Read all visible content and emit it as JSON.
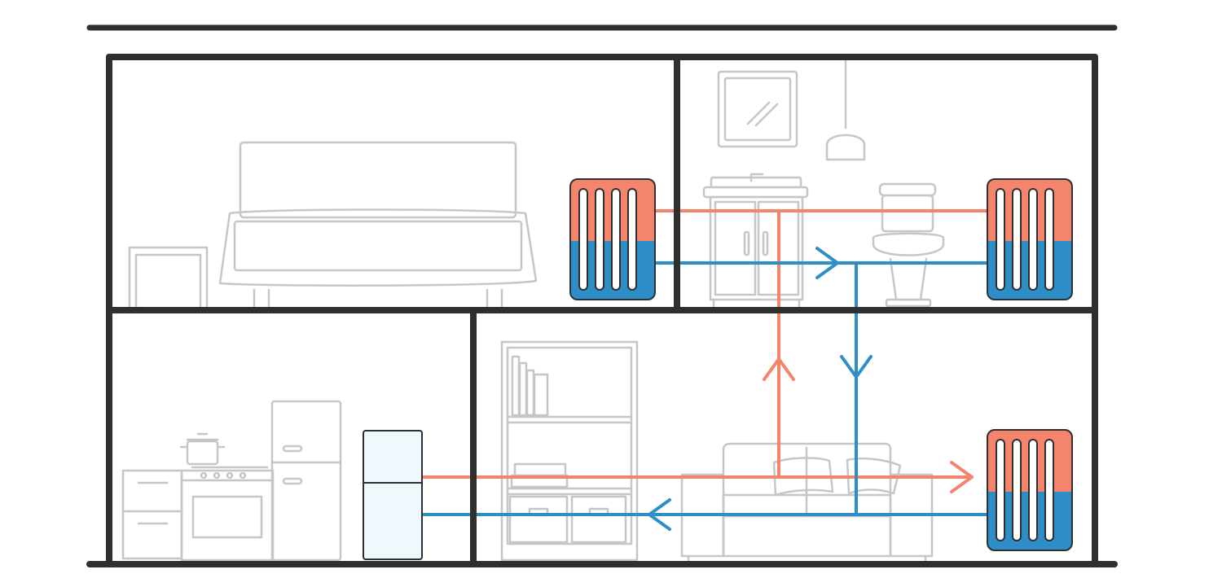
{
  "diagram": {
    "kind": "house cross-section with radiator heating circuit",
    "colors": {
      "walls": "#2f2f2f",
      "furniture": "#c6c6c6",
      "hot_pipe": "#f4846b",
      "cold_pipe": "#2e8fc8",
      "boiler_fill": "#eef8fd"
    },
    "rooms": [
      {
        "id": "bedroom",
        "floor": "upper",
        "contains": [
          "bed",
          "nightstand",
          "radiator"
        ]
      },
      {
        "id": "bathroom",
        "floor": "upper",
        "contains": [
          "mirror",
          "pendant-lamp",
          "vanity",
          "toilet",
          "radiator"
        ]
      },
      {
        "id": "kitchen",
        "floor": "lower",
        "contains": [
          "cabinets",
          "stove",
          "pot",
          "refrigerator",
          "boiler"
        ]
      },
      {
        "id": "living-room",
        "floor": "lower",
        "contains": [
          "bookshelf",
          "sofa",
          "radiator"
        ]
      }
    ],
    "circuits": [
      {
        "name": "hot-supply",
        "color": "#f4846b",
        "from": "boiler",
        "to": [
          "radiator-living",
          "radiator-bedroom",
          "radiator-bathroom"
        ]
      },
      {
        "name": "cold-return",
        "color": "#2e8fc8",
        "from": [
          "radiator-bedroom",
          "radiator-bathroom",
          "radiator-living"
        ],
        "to": "boiler"
      }
    ],
    "radiator_icon": "radiator-icon",
    "boiler_icon": "boiler-icon"
  }
}
